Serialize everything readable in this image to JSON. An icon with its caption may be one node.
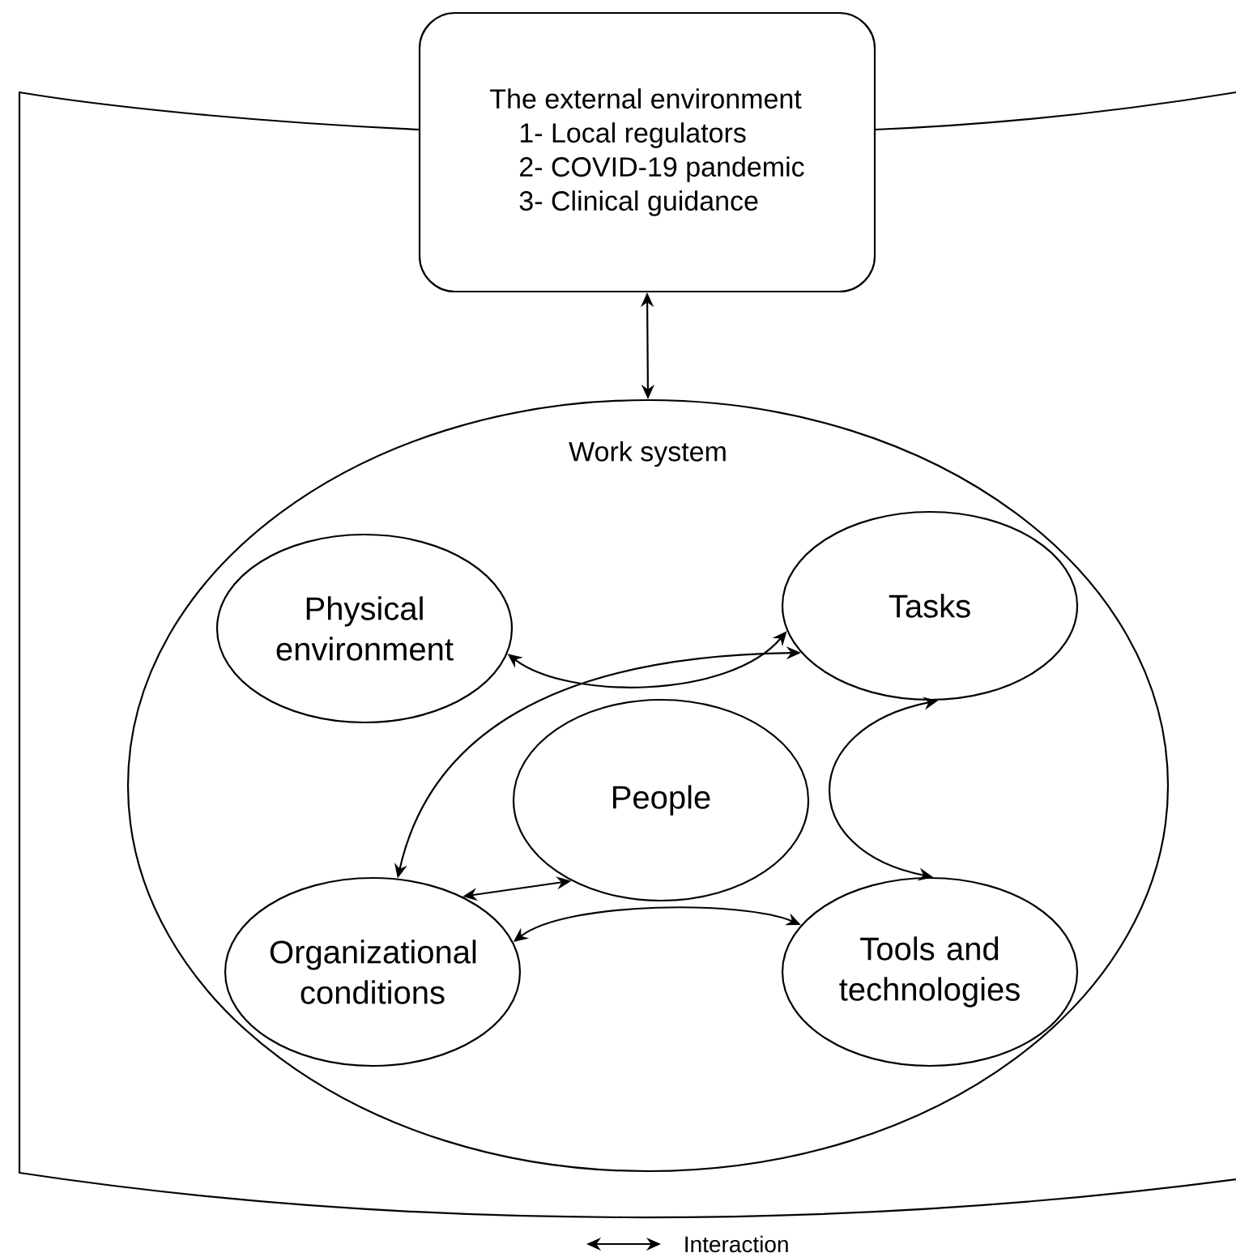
{
  "diagram": {
    "nodes": [
      {
        "text": [
          "The external environment",
          "1- Local regulators",
          "2- COVID-19 pandemic",
          "3- Clinical guidance"
        ]
      },
      {
        "text": [
          "Work system"
        ]
      },
      {
        "text": [
          "Physical environment"
        ],
        "in": 1
      },
      {
        "text": [
          "Tasks"
        ],
        "in": 1
      },
      {
        "text": [
          "People"
        ],
        "in": 1
      },
      {
        "text": [
          "Organizational conditions"
        ],
        "in": 1
      },
      {
        "text": [
          "Tools and technologies"
        ],
        "in": 1
      }
    ],
    "edges": [
      {
        "from": 0,
        "to": 1,
        "arrow": "both"
      },
      {
        "from": 2,
        "to": 3,
        "arrow": "both"
      },
      {
        "from": 5,
        "to": 3,
        "arrow": "both"
      },
      {
        "from": 5,
        "to": 4,
        "arrow": "both"
      },
      {
        "from": 5,
        "to": 6,
        "arrow": "both"
      },
      {
        "from": 3,
        "to": 6,
        "arrow": "both"
      }
    ],
    "legend": [
      {
        "text": "Interaction"
      }
    ]
  }
}
